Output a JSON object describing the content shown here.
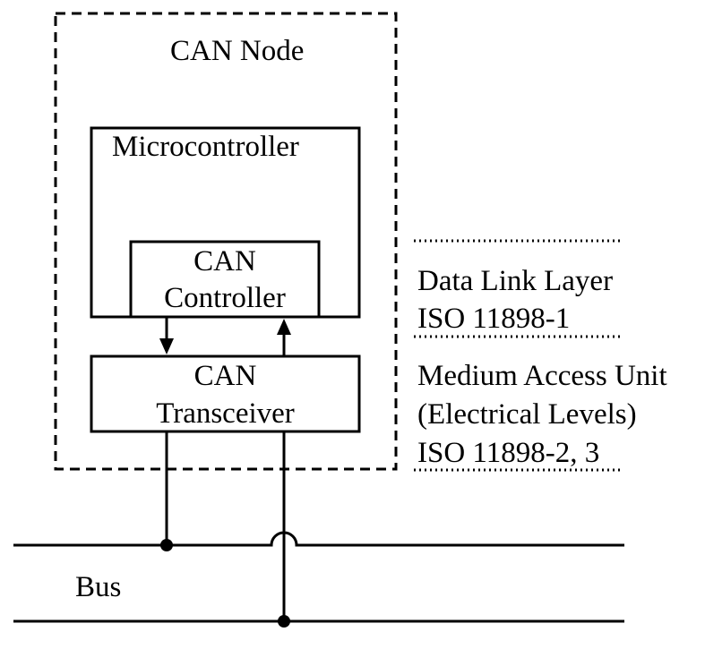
{
  "node": {
    "title": "CAN Node"
  },
  "microcontroller": {
    "label": "Microcontroller"
  },
  "can_controller": {
    "line1": "CAN",
    "line2": "Controller"
  },
  "can_transceiver": {
    "line1": "CAN",
    "line2": "Transceiver"
  },
  "layers": {
    "data_link": {
      "line1": "Data Link Layer",
      "line2": "ISO 11898-1"
    },
    "medium_access": {
      "line1": "Medium Access Unit",
      "line2": "(Electrical Levels)",
      "line3": "ISO 11898-2, 3"
    }
  },
  "bus": {
    "label": "Bus"
  }
}
